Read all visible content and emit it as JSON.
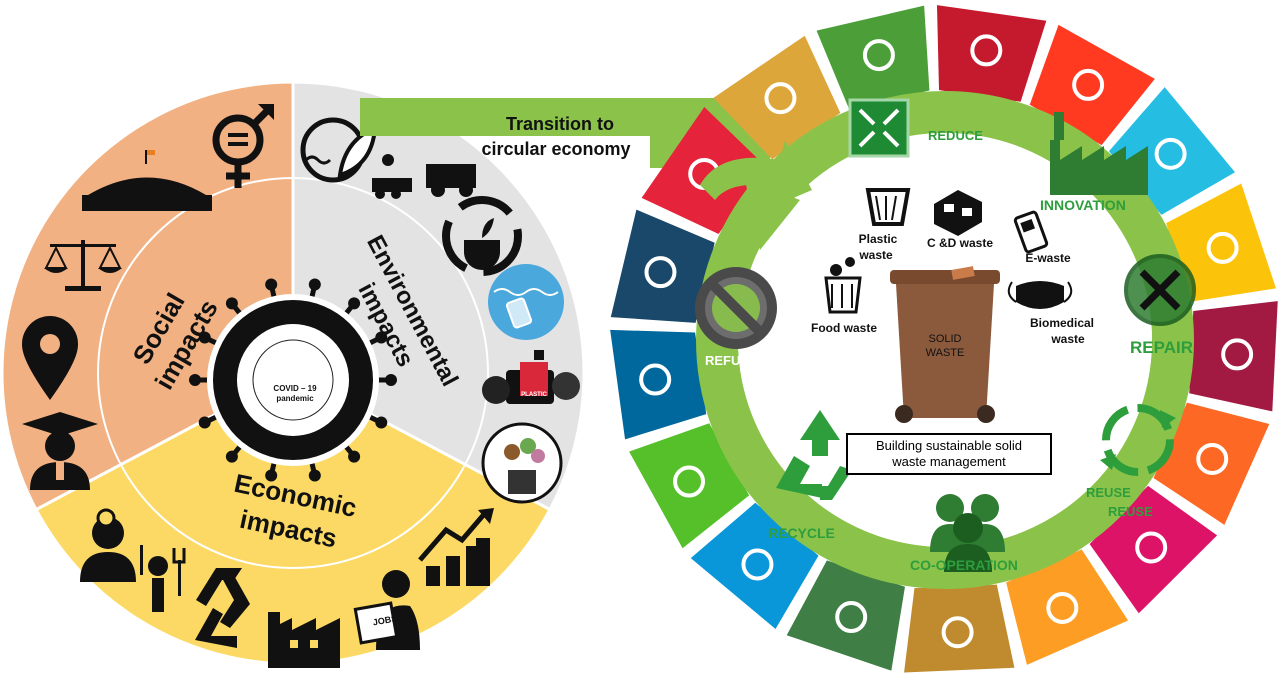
{
  "left_wheel": {
    "center": {
      "line1": "COVID – 19",
      "line2": "pandemic"
    },
    "sectors": {
      "social": {
        "line1": "Social",
        "line2": "impacts",
        "color": "#f2b183"
      },
      "environmental": {
        "line1": "Environmental",
        "line2": "impacts",
        "color": "#e3e3e3"
      },
      "economic": {
        "line1": "Economic",
        "line2": "impacts",
        "color": "#fbd964"
      }
    },
    "icon_labels": {
      "jobs": "JOBS",
      "plastic": "PLASTIC"
    }
  },
  "transition": {
    "line1": "Transition to",
    "line2": "circular economy",
    "color": "#8bc34a"
  },
  "right_wheel": {
    "bin": {
      "line1": "SOLID",
      "line2": "WASTE",
      "color": "#8b5a3c"
    },
    "caption": {
      "line1": "Building sustainable solid",
      "line2": "waste management"
    },
    "waste_types": {
      "plastic": {
        "line1": "Plastic",
        "line2": "waste"
      },
      "cd": "C &D waste",
      "ewaste": "E-waste",
      "food": "Food waste",
      "biomedical": {
        "line1": "Biomedical",
        "line2": "waste"
      }
    },
    "r_labels": {
      "reduce": "REDUCE",
      "innovation": "INNOVATION",
      "repair": "REPAIR",
      "reuse1": "REUSE",
      "reuse2": "REUSE",
      "cooperation": "CO-OPERATION",
      "recycle": "RECYCLE",
      "refuse": "REFUSE"
    },
    "sdg_colors": [
      "#e5243b",
      "#dda63a",
      "#4c9f38",
      "#c5192d",
      "#ff3a21",
      "#26bde2",
      "#fcc30b",
      "#a21942",
      "#fd6925",
      "#dd1367",
      "#fd9d24",
      "#bf8b2e",
      "#3f7e44",
      "#0a97d9",
      "#56c02b",
      "#00689d",
      "#19486a"
    ]
  }
}
